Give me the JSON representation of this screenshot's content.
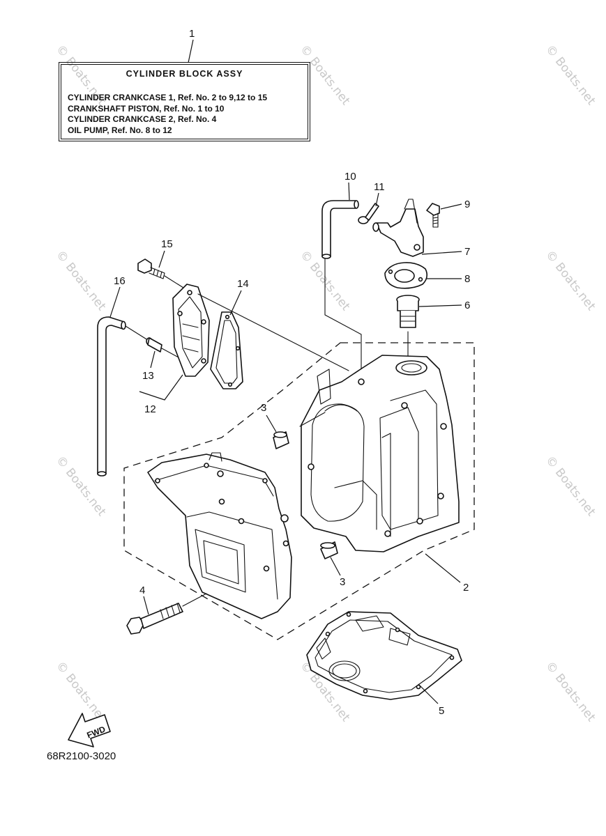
{
  "title_box": {
    "title": "CYLINDER BLOCK ASSY",
    "lines": [
      "CYLINDER CRANKCASE 1, Ref. No. 2 to 9,12 to 15",
      "CRANKSHAFT PISTON, Ref. No. 1 to 10",
      "CYLINDER CRANKCASE 2, Ref. No. 4",
      "OIL PUMP, Ref. No. 8 to 12"
    ]
  },
  "callouts": {
    "c1": "1",
    "c2": "2",
    "c3a": "3",
    "c3b": "3",
    "c4": "4",
    "c5": "5",
    "c6": "6",
    "c7": "7",
    "c8": "8",
    "c9": "9",
    "c10": "10",
    "c11": "11",
    "c12": "12",
    "c13": "13",
    "c14": "14",
    "c15": "15",
    "c16": "16"
  },
  "fwd_label": "FWD",
  "catalog_number": "68R2100-3020",
  "watermark": "© Boats.net"
}
